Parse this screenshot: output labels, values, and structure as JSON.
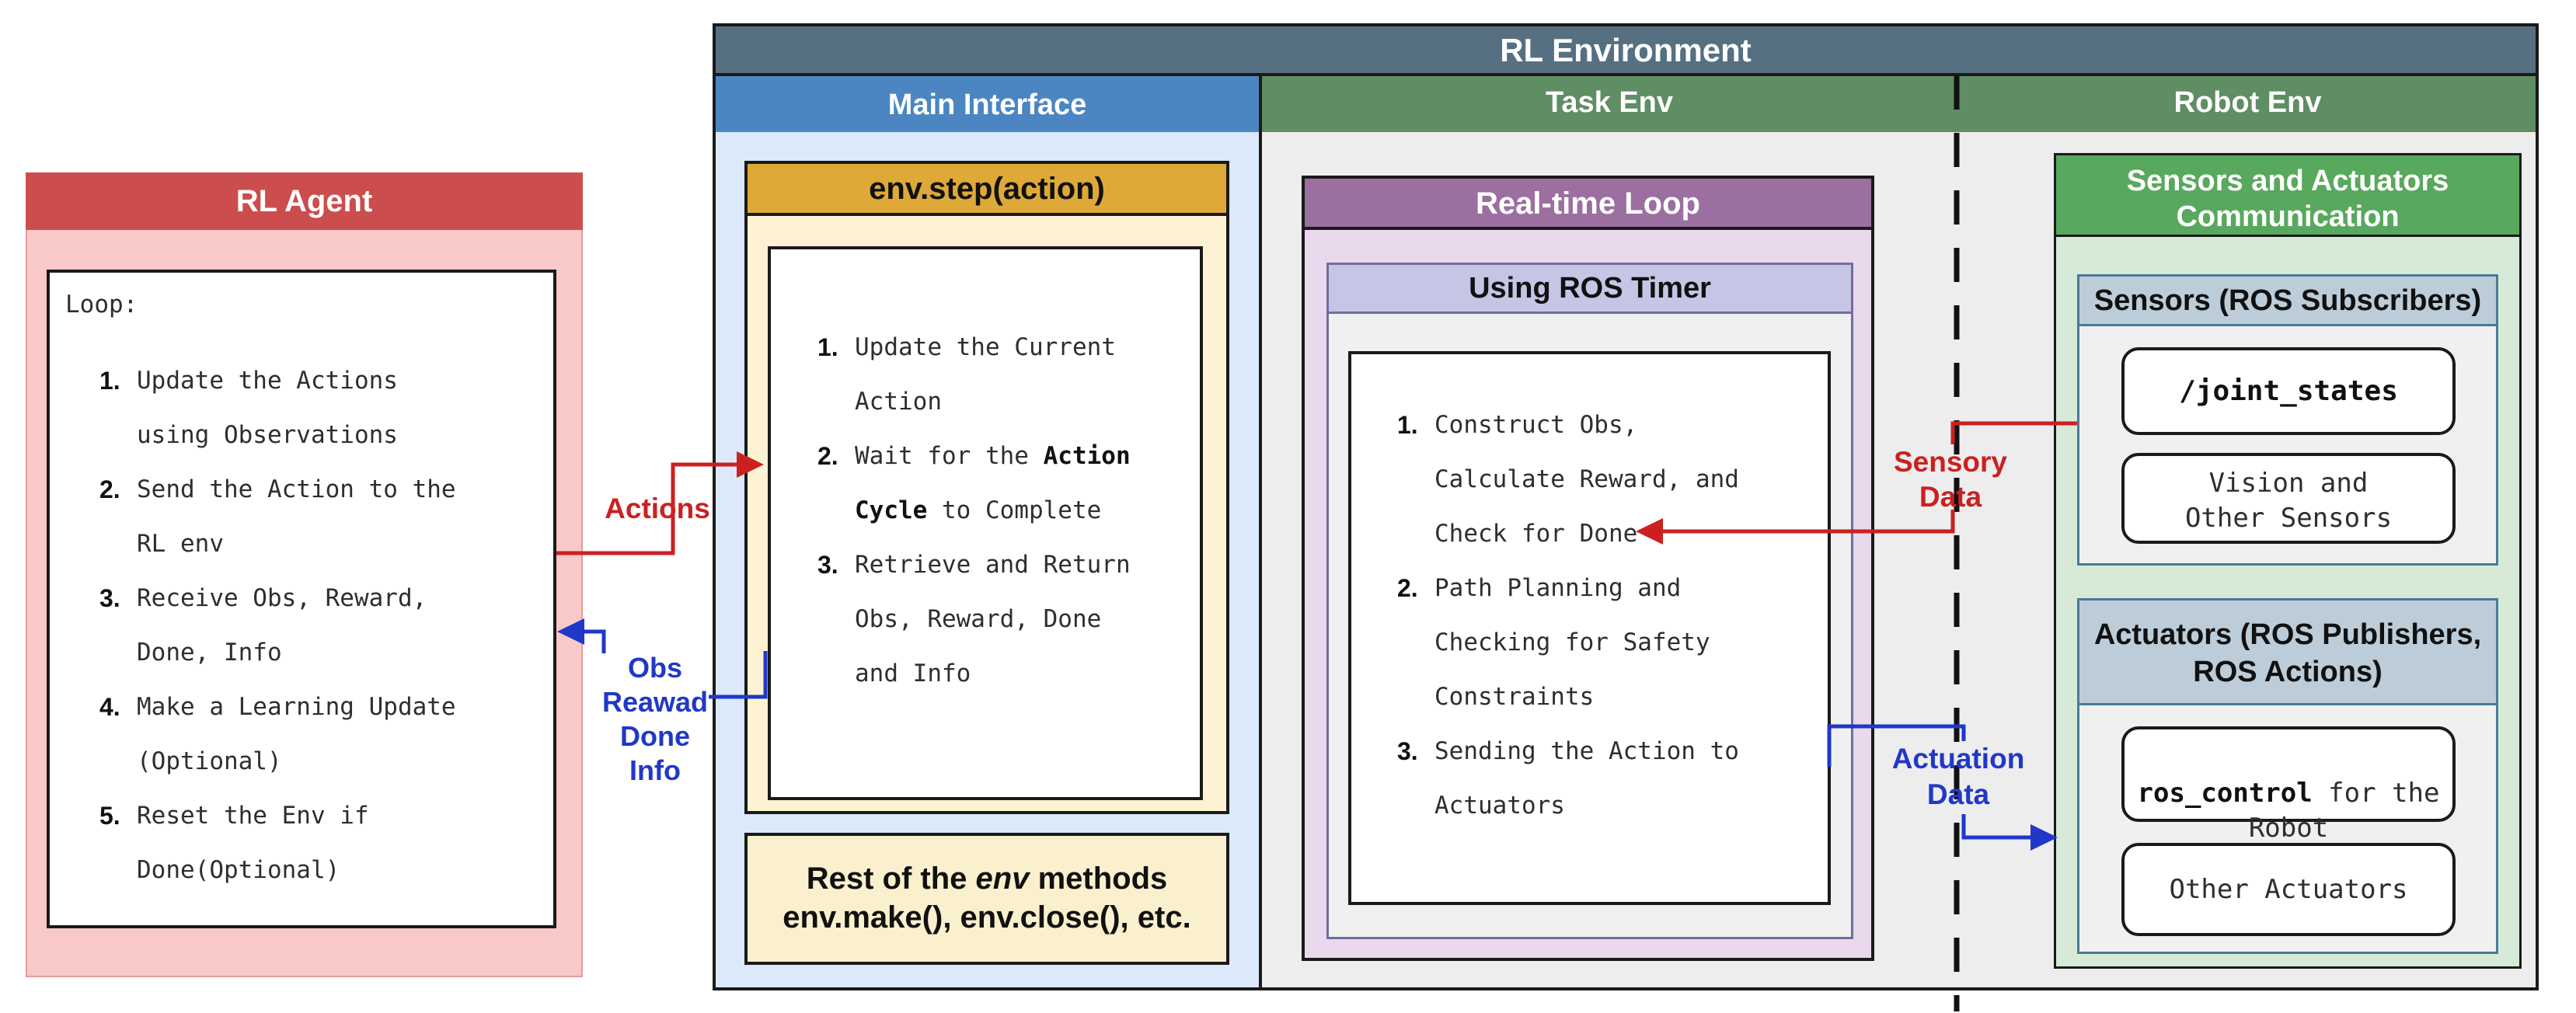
{
  "rl_environment": {
    "title": "RL Environment",
    "columns": {
      "main_interface": "Main Interface",
      "task_env": "Task Env",
      "robot_env": "Robot Env"
    }
  },
  "rl_agent": {
    "title": "RL Agent",
    "loop_label": "Loop:",
    "items": [
      {
        "n": "1.",
        "text": "Update the Actions\nusing Observations"
      },
      {
        "n": "2.",
        "text": "Send the Action to the\nRL env"
      },
      {
        "n": "3.",
        "text": "Receive Obs, Reward,\nDone, Info"
      },
      {
        "n": "4.",
        "text": "Make a Learning Update\n(Optional)"
      },
      {
        "n": "5.",
        "text": "Reset the Env if\nDone(Optional)"
      }
    ]
  },
  "env_step": {
    "title": "env.step(action)",
    "items": [
      {
        "n": "1.",
        "text": "Update the Current\nAction"
      },
      {
        "n": "2.",
        "pre": "Wait for the ",
        "bold": "Action\nCycle",
        "post": " to Complete"
      },
      {
        "n": "3.",
        "text": "Retrieve and Return\nObs, Reward, Done\nand Info"
      }
    ],
    "rest_box": {
      "line1_pre": "Rest of the ",
      "line1_italic": "env",
      "line1_post": " methods",
      "line2": "env.make(), env.close(), etc."
    }
  },
  "task_env": {
    "title": "Real-time Loop",
    "subtitle": "Using ROS Timer",
    "items": [
      {
        "n": "1.",
        "text": "Construct Obs,\nCalculate Reward, and\nCheck for Done"
      },
      {
        "n": "2.",
        "text": "Path Planning and\nChecking for Safety\nConstraints"
      },
      {
        "n": "3.",
        "text": "Sending the Action to\nActuators"
      }
    ]
  },
  "robot_env": {
    "comm_title": "Sensors and Actuators\nCommunication",
    "sensors": {
      "title": "Sensors (ROS Subscribers)",
      "joint_states": "/joint_states",
      "vision": "Vision and\nOther Sensors"
    },
    "actuators": {
      "title": "Actuators (ROS Publishers,\nROS Actions)",
      "ros_control_bold": "ros_control",
      "ros_control_rest": " for the\nRobot",
      "other": "Other Actuators"
    }
  },
  "arrows": {
    "actions_label": "Actions",
    "obs_label": "Obs\nReawad\nDone\nInfo",
    "sensory_label": "Sensory\nData",
    "actuation_label": "Actuation\nData",
    "red": "#cc2020",
    "blue": "#2038c8"
  },
  "colors": {
    "env_header": "#567082",
    "main_interface_header": "#4b86c2",
    "task_robot_header": "#5f8d64",
    "main_body": "#dbe9fb",
    "col_body": "#ededed",
    "agent_header": "#cb4d4d",
    "agent_body": "#f9c8c8",
    "step_header": "#dfa938",
    "step_body": "#fdf3d3",
    "rest_body": "#faf0cd",
    "loop_header": "#9b6fa0",
    "loop_body": "#ead9ec",
    "timer_header": "#c7c5e5",
    "comm_header": "#58a85e",
    "comm_body": "#d7ead7",
    "subbox_header": "#bccdd9",
    "subbox_body": "#f0f0f0"
  }
}
